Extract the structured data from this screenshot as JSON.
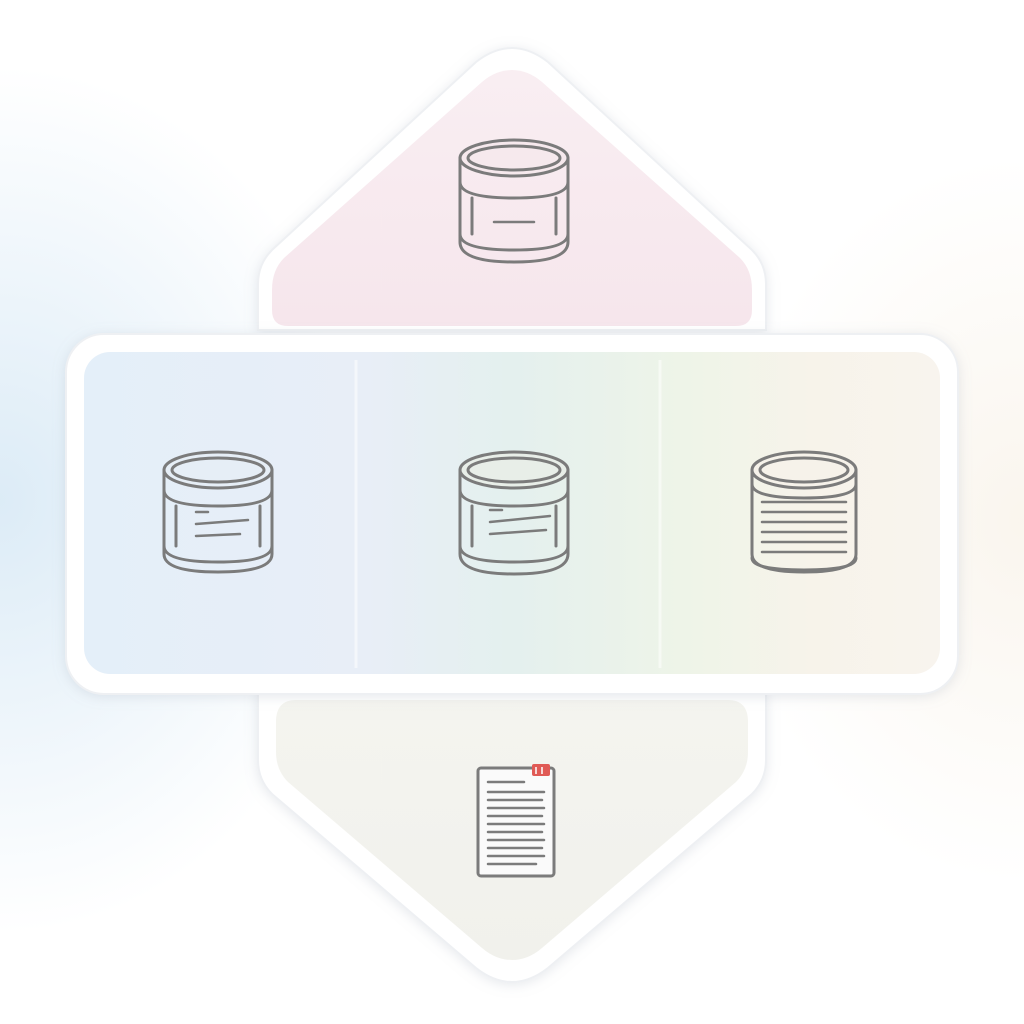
{
  "diagram": {
    "nodes": [
      {
        "id": "top",
        "icon": "database-icon",
        "tint": "#f8e9ee"
      },
      {
        "id": "middle-left",
        "icon": "database-icon",
        "tint": "#e3eef8"
      },
      {
        "id": "middle-center",
        "icon": "database-icon",
        "tint": "#e6f0ea"
      },
      {
        "id": "middle-right",
        "icon": "database-icon",
        "tint": "#f7f2ea"
      },
      {
        "id": "bottom",
        "icon": "document-icon",
        "tint": "#f3f3ef"
      }
    ],
    "colors": {
      "frame": "#ffffff",
      "stroke": "#7b7b7b",
      "accent": "#e05a55"
    }
  }
}
